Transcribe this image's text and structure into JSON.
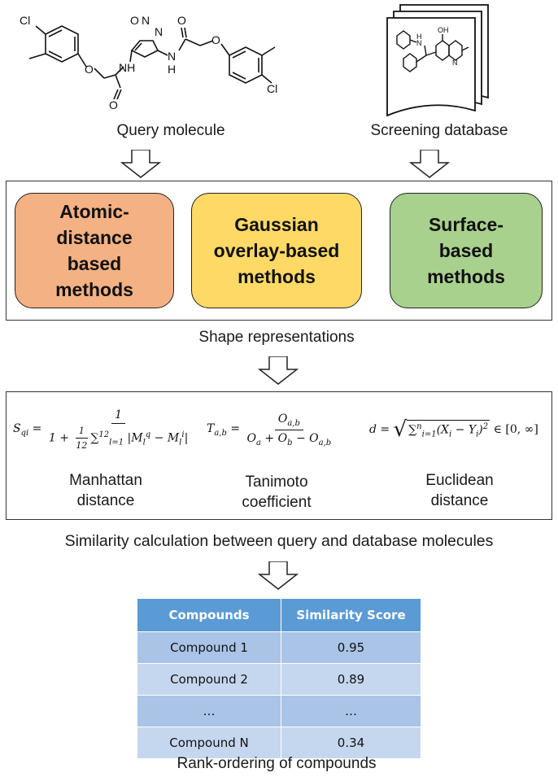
{
  "query": {
    "caption": "Query molecule",
    "atoms": {
      "cl": "Cl",
      "o": "O",
      "n": "N",
      "nh": "NH",
      "h": "H"
    }
  },
  "database": {
    "caption": "Screening database",
    "atoms": {
      "h": "H",
      "n": "N",
      "oh": "OH"
    }
  },
  "methods": {
    "atomic": {
      "label": "Atomic-\ndistance\nbased\nmethods",
      "color": "#f4b183"
    },
    "gaussian": {
      "label": "Gaussian\noverlay-based\nmethods",
      "color": "#ffd966"
    },
    "surface": {
      "label": "Surface-\nbased\nmethods",
      "color": "#a9d18e"
    },
    "caption": "Shape representations"
  },
  "similarity": {
    "manhattan_name": "Manhattan\ndistance",
    "tanimoto_name": "Tanimoto\ncoefficient",
    "euclidean_name": "Euclidean\ndistance",
    "caption": "Similarity calculation between query and database molecules"
  },
  "results": {
    "headers": [
      "Compounds",
      "Similarity Score"
    ],
    "rows": [
      [
        "Compound 1",
        "0.95"
      ],
      [
        "Compound 2",
        "0.89"
      ],
      [
        "…",
        "…"
      ],
      [
        "Compound N",
        "0.34"
      ]
    ],
    "header_color": "#5b9bd5",
    "caption": "Rank-ordering of compounds"
  }
}
